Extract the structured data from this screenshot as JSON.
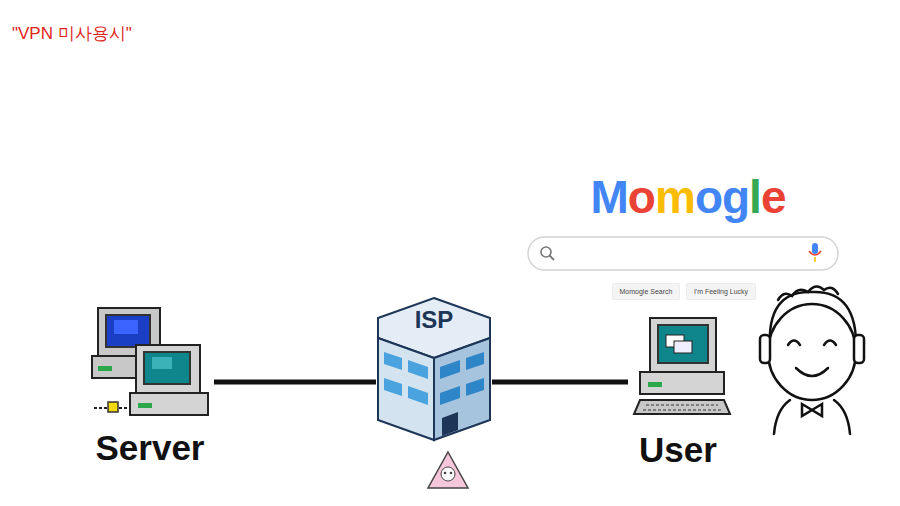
{
  "diagram": {
    "title": "\"VPN 미사용시\"",
    "nodes": [
      {
        "text": [
          "Momogle Search"
        ]
      },
      {
        "text": [
          "I'm Feeling Lucky"
        ]
      },
      {
        "text": [
          "Server"
        ]
      },
      {
        "text": [
          "ISP"
        ]
      },
      {
        "text": [
          "User"
        ]
      }
    ],
    "edges": [
      {
        "from": 2,
        "to": 3,
        "arrow": "none"
      },
      {
        "from": 3,
        "to": 4,
        "arrow": "none"
      }
    ],
    "labels": [
      "Momogle"
    ]
  }
}
